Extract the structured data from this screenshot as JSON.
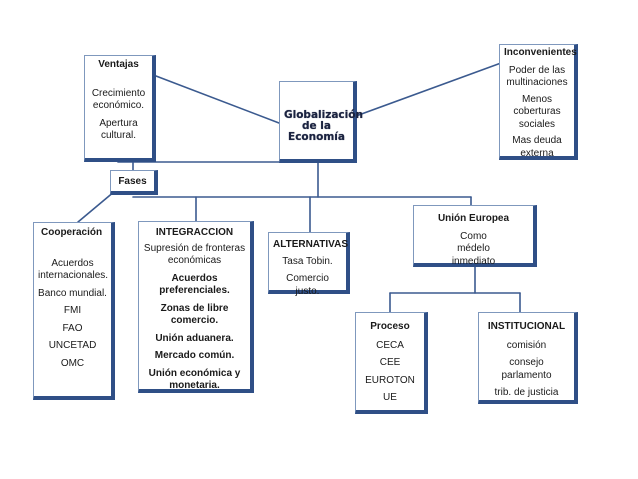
{
  "nodes": {
    "main": {
      "title": "Globalización de la Economía"
    },
    "ventajas": {
      "heading": "Ventajas",
      "items": [
        "Crecimiento económico.",
        "Apertura cultural."
      ]
    },
    "inconvenientes": {
      "heading": "Inconvenientes",
      "items": [
        "Poder de las multinaciones",
        "Menos coberturas sociales",
        "Mas deuda externa"
      ]
    },
    "fases": {
      "heading": "Fases"
    },
    "cooperacion": {
      "heading": "Cooperación",
      "items": [
        "Acuerdos internacionales.",
        "Banco mundial.",
        "FMI",
        "FAO",
        "UNCETAD",
        "OMC"
      ]
    },
    "integracion": {
      "heading": "INTEGRACCION",
      "items": [
        "Supresión de fronteras económicas",
        "Acuerdos preferenciales.",
        "Zonas de libre comercio.",
        "Unión aduanera.",
        "Mercado común.",
        "Unión económica y monetaria."
      ]
    },
    "alternativas": {
      "heading": "ALTERNATIVAS",
      "items": [
        "Tasa Tobin.",
        "Comercio justo."
      ]
    },
    "union_europea": {
      "heading": "Unión Europea",
      "items": [
        "Como médelo inmediato"
      ]
    },
    "proceso": {
      "heading": "Proceso",
      "items": [
        "CECA",
        "CEE",
        "EUROTON",
        "UE"
      ]
    },
    "institucional": {
      "heading": "INSTITUCIONAL",
      "items": [
        "comisión",
        "consejo parlamento",
        "trib. de justicia"
      ]
    }
  },
  "colors": {
    "border": "#7f98bd",
    "shadow": "#2f4f86",
    "connector": "#3b5a8f"
  }
}
